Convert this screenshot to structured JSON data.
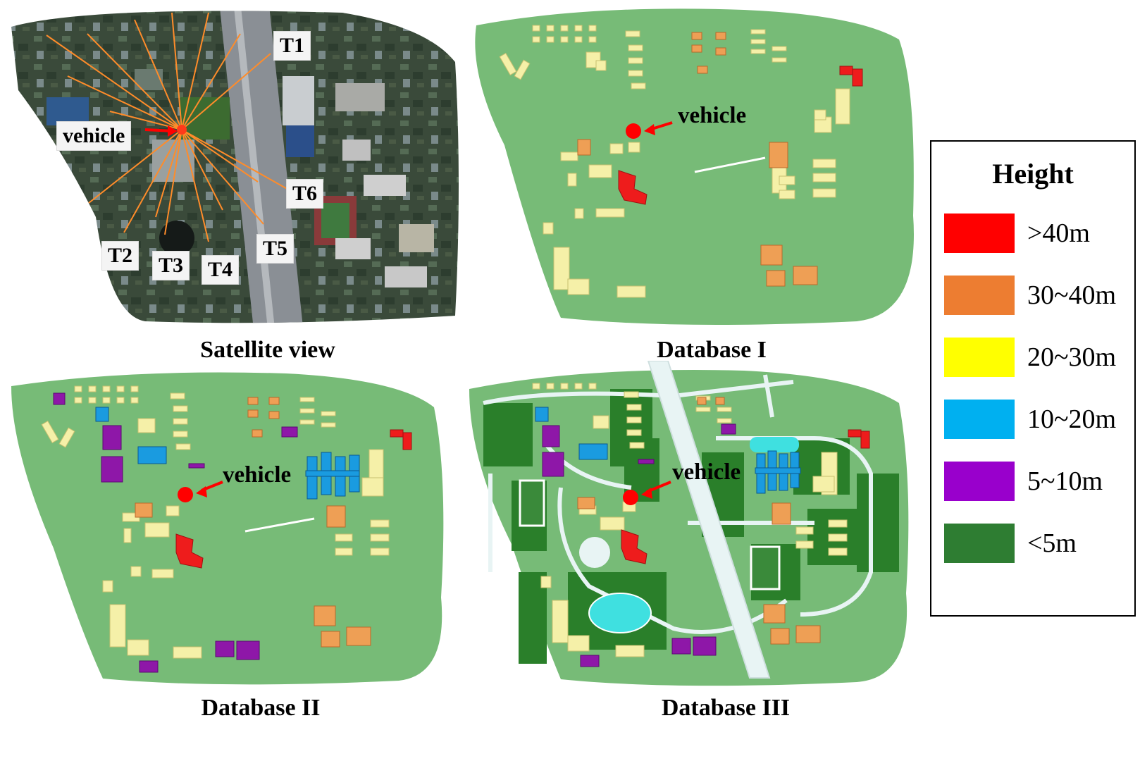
{
  "captions": {
    "satellite": "Satellite view",
    "db1": "Database I",
    "db2": "Database II",
    "db3": "Database III"
  },
  "vehicle_label": "vehicle",
  "transmitters": [
    "T1",
    "T2",
    "T3",
    "T4",
    "T5",
    "T6"
  ],
  "legend": {
    "title": "Height",
    "items": [
      {
        "label": ">40m",
        "color": "#ff0000"
      },
      {
        "label": "30~40m",
        "color": "#ed7d31"
      },
      {
        "label": "20~30m",
        "color": "#ffff00"
      },
      {
        "label": "10~20m",
        "color": "#00b0f0"
      },
      {
        "label": "5~10m",
        "color": "#9900cc"
      },
      {
        "label": "<5m",
        "color": "#2e7d32"
      }
    ]
  },
  "colors": {
    "ground": "#77bb77",
    "building_low": "#f5f0a8",
    "building_orange": "#ee9f55",
    "building_red": "#ee1c1c",
    "building_blue": "#1a9be0",
    "building_purple": "#8e17a8",
    "vegetation": "#2a7f2a",
    "road": "#e8f4f4",
    "water": "#3fe0e0",
    "vehicle": "#ff0000",
    "ray": "#ff8c2a",
    "satellite_dark": "#2b3a30"
  }
}
